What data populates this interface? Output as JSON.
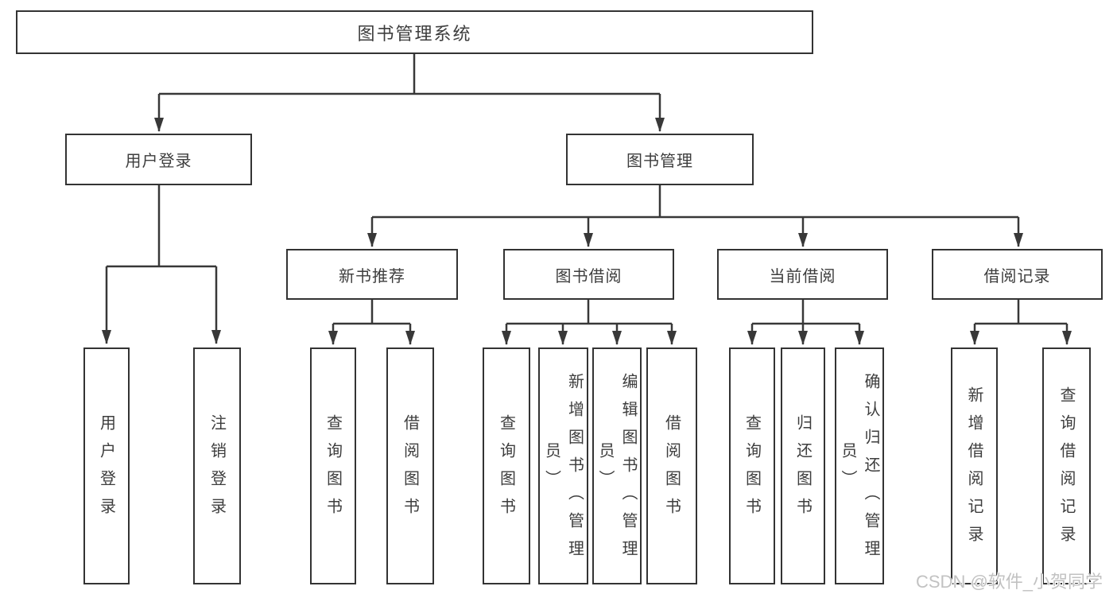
{
  "diagram_title": "图书管理系统",
  "tree": {
    "root": {
      "label": "图书管理系统",
      "children": [
        {
          "label": "用户登录",
          "children": [
            {
              "label": "用户登录"
            },
            {
              "label": "注销登录"
            }
          ]
        },
        {
          "label": "图书管理",
          "children": [
            {
              "label": "新书推荐",
              "children": [
                {
                  "label": "查询图书"
                },
                {
                  "label": "借阅图书"
                }
              ]
            },
            {
              "label": "图书借阅",
              "children": [
                {
                  "label": "查询图书"
                },
                {
                  "label": "新增图书（管理员）"
                },
                {
                  "label": "编辑图书（管理员）"
                },
                {
                  "label": "借阅图书"
                }
              ]
            },
            {
              "label": "当前借阅",
              "children": [
                {
                  "label": "查询图书"
                },
                {
                  "label": "归还图书"
                },
                {
                  "label": "确认归还（管理员）"
                }
              ]
            },
            {
              "label": "借阅记录",
              "children": [
                {
                  "label": "新增借阅记录"
                },
                {
                  "label": "查询借阅记录"
                }
              ]
            }
          ]
        }
      ]
    }
  },
  "watermark": "CSDN @软件_小贺同学",
  "colors": {
    "line": "#383838",
    "box_border": "#333333",
    "text": "#3d3d3d",
    "background": "#ffffff",
    "watermark": "#c2c2c2"
  }
}
